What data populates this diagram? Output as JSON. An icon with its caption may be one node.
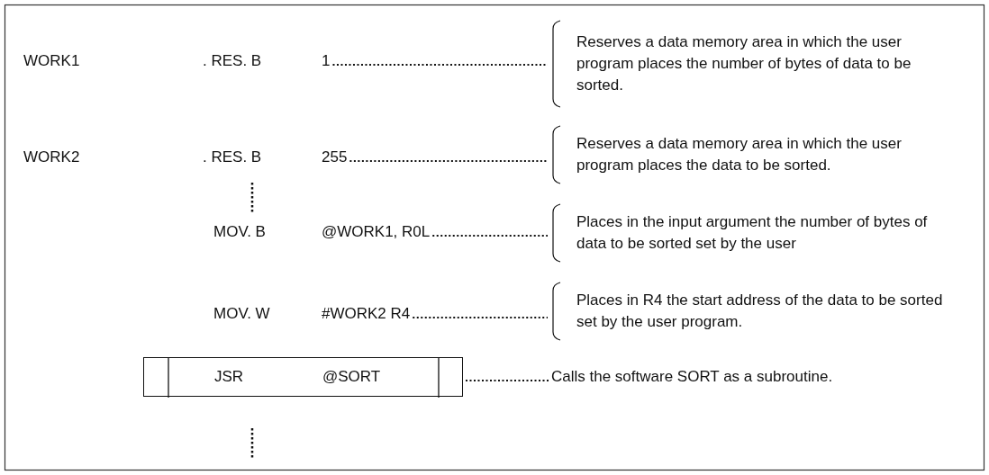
{
  "diagram": {
    "nodes": [
      {
        "text": [
          "WORK1",
          ". RES. B",
          "1"
        ]
      },
      {
        "text": [
          "Reserves a data memory area in which the user program places the number of bytes of data to be sorted."
        ]
      },
      {
        "text": [
          "WORK2",
          ". RES. B",
          "255"
        ]
      },
      {
        "text": [
          "Reserves a data memory area in which the user program places the data to be sorted."
        ]
      },
      {
        "text": [
          "MOV. B",
          "@WORK1, R0L"
        ]
      },
      {
        "text": [
          "Places in the input argument the number of bytes of data to be sorted set by the user"
        ]
      },
      {
        "text": [
          "MOV. W",
          "#WORK2 R4"
        ]
      },
      {
        "text": [
          "Places in R4 the start address of the data to be sorted set by the user program."
        ]
      },
      {
        "text": [
          "JSR",
          "@SORT"
        ]
      },
      {
        "text": [
          "Calls the software SORT as a subroutine."
        ]
      }
    ],
    "edges": [
      {
        "from": 0,
        "to": 1,
        "arrow": "none",
        "style": "dashed"
      },
      {
        "from": 2,
        "to": 3,
        "arrow": "none",
        "style": "dashed"
      },
      {
        "from": 4,
        "to": 5,
        "arrow": "none",
        "style": "dashed"
      },
      {
        "from": 6,
        "to": 7,
        "arrow": "none",
        "style": "dashed"
      },
      {
        "from": 8,
        "to": 9,
        "arrow": "none",
        "style": "dashed"
      }
    ]
  }
}
